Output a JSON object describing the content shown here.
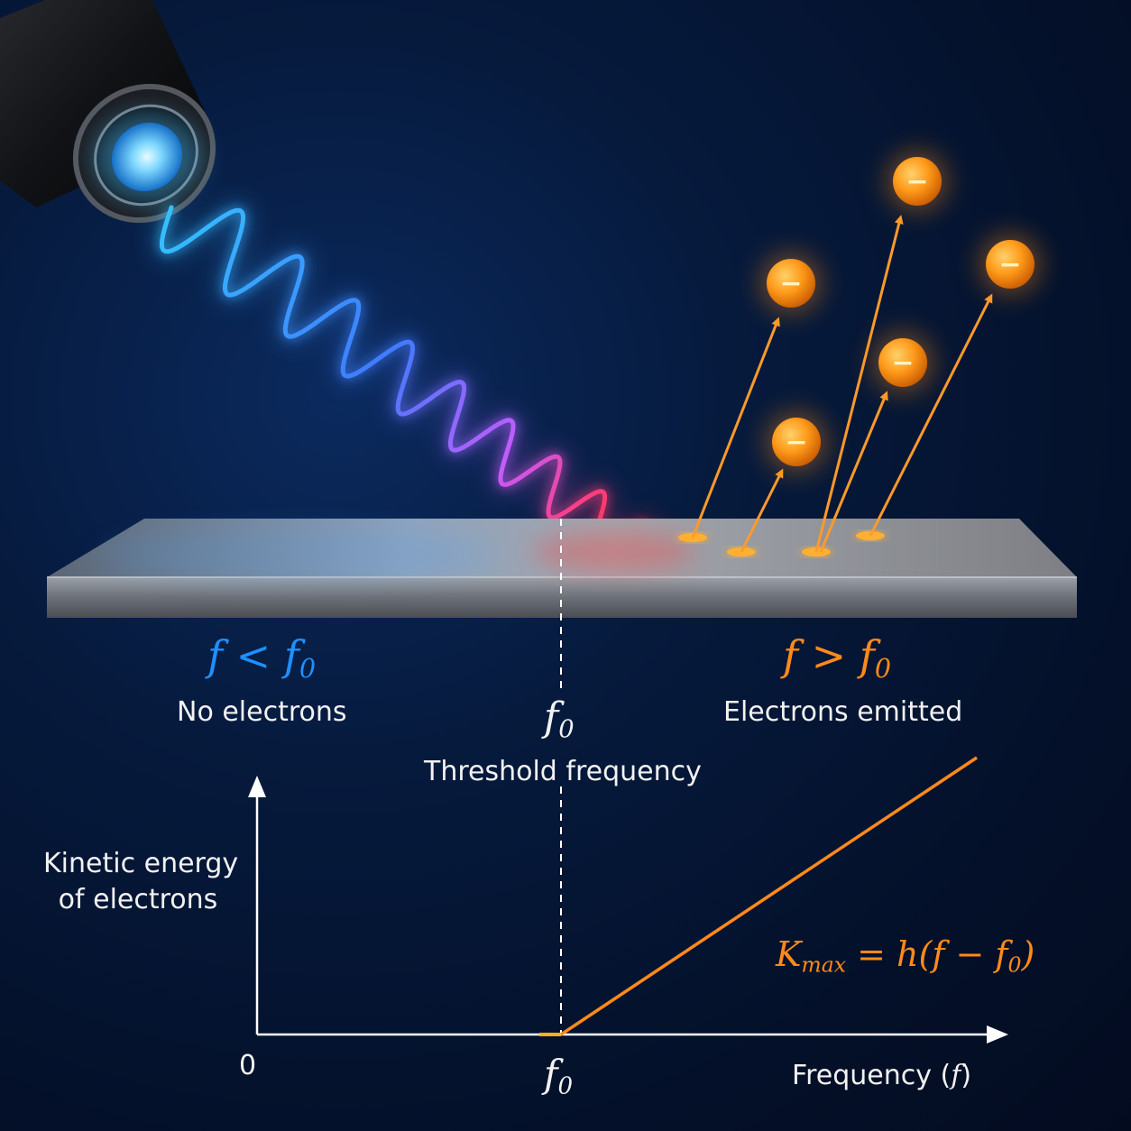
{
  "left_region": {
    "condition_f": "f",
    "condition_op": "<",
    "condition_f0": "f",
    "condition_sub": "0",
    "caption": "No electrons",
    "color": "#1e90ff"
  },
  "right_region": {
    "condition_f": "f",
    "condition_op": ">",
    "condition_f0": "f",
    "condition_sub": "0",
    "caption": "Electrons emitted",
    "color": "#ff8a1a"
  },
  "threshold": {
    "symbol": "f",
    "sub": "0",
    "caption": "Threshold frequency"
  },
  "electron_sign": "−",
  "graph": {
    "y_axis_label_line1": "Kinetic energy",
    "y_axis_label_line2": "of electrons",
    "origin_label": "0",
    "threshold_tick_symbol": "f",
    "threshold_tick_sub": "0",
    "x_axis_label": "Frequency (",
    "x_axis_label_var": "f",
    "x_axis_label_close": ")",
    "equation_K": "K",
    "equation_K_sub": "max",
    "equation_rest": " = h(f − f",
    "equation_sub": "0",
    "equation_close": ")",
    "line_color": "#ff8a1a"
  },
  "colors": {
    "background": "#04112b",
    "wave_start": "#2aa8ff",
    "wave_mid": "#b455ff",
    "wave_end": "#ff2a4a",
    "electron": "#ff9a1a",
    "plate": "#8a8e96"
  }
}
